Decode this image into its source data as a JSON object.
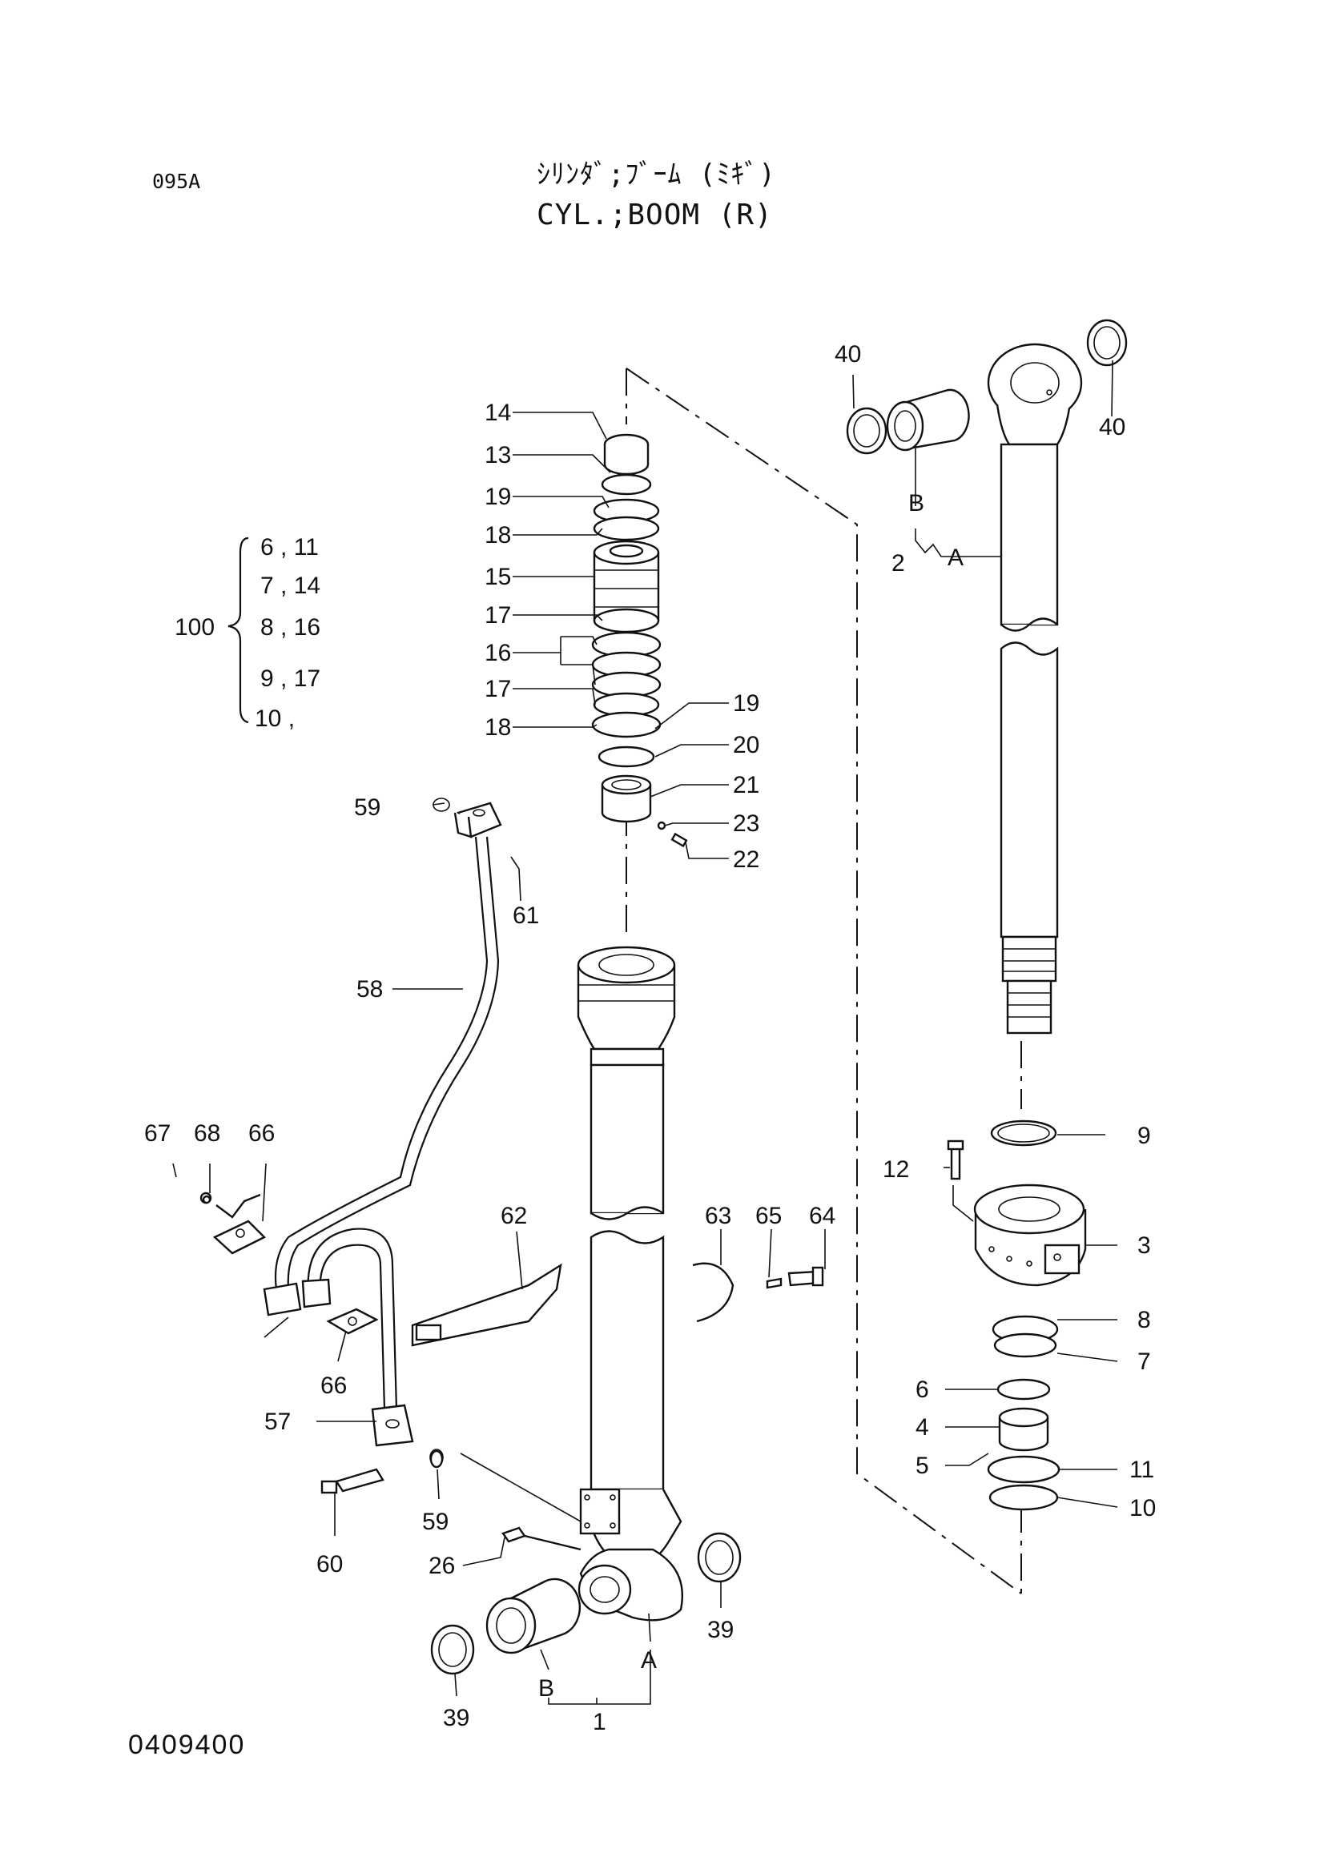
{
  "header": {
    "page_code": "095A",
    "title_japanese": "ｼﾘﾝﾀﾞ;ﾌﾞｰﾑ (ﾐｷﾞ)",
    "title_english": "CYL.;BOOM (R)"
  },
  "footer": {
    "drawing_number": "0409400"
  },
  "kit_group": {
    "label": "100",
    "rows": [
      "6 , 11",
      "7 , 14",
      "8 , 16",
      "9 , 17",
      "10 ,"
    ]
  },
  "callouts": [
    {
      "id": "c14",
      "label": "14"
    },
    {
      "id": "c13",
      "label": "13"
    },
    {
      "id": "c19a",
      "label": "19"
    },
    {
      "id": "c18a",
      "label": "18"
    },
    {
      "id": "c15",
      "label": "15"
    },
    {
      "id": "c17a",
      "label": "17"
    },
    {
      "id": "c16",
      "label": "16"
    },
    {
      "id": "c17b",
      "label": "17"
    },
    {
      "id": "c18b",
      "label": "18"
    },
    {
      "id": "c19b",
      "label": "19"
    },
    {
      "id": "c20",
      "label": "20"
    },
    {
      "id": "c21",
      "label": "21"
    },
    {
      "id": "c23",
      "label": "23"
    },
    {
      "id": "c22",
      "label": "22"
    },
    {
      "id": "c40a",
      "label": "40"
    },
    {
      "id": "c40b",
      "label": "40"
    },
    {
      "id": "cB1",
      "label": "B"
    },
    {
      "id": "c2",
      "label": "2"
    },
    {
      "id": "cA1",
      "label": "A"
    },
    {
      "id": "c59a",
      "label": "59"
    },
    {
      "id": "c61",
      "label": "61"
    },
    {
      "id": "c58",
      "label": "58"
    },
    {
      "id": "c67",
      "label": "67"
    },
    {
      "id": "c68",
      "label": "68"
    },
    {
      "id": "c66a",
      "label": "66"
    },
    {
      "id": "c62",
      "label": "62"
    },
    {
      "id": "c63",
      "label": "63"
    },
    {
      "id": "c65",
      "label": "65"
    },
    {
      "id": "c64",
      "label": "64"
    },
    {
      "id": "c9",
      "label": "9"
    },
    {
      "id": "c12",
      "label": "12"
    },
    {
      "id": "c3",
      "label": "3"
    },
    {
      "id": "c8",
      "label": "8"
    },
    {
      "id": "c7",
      "label": "7"
    },
    {
      "id": "c6",
      "label": "6"
    },
    {
      "id": "c4",
      "label": "4"
    },
    {
      "id": "c5",
      "label": "5"
    },
    {
      "id": "c11",
      "label": "11"
    },
    {
      "id": "c10",
      "label": "10"
    },
    {
      "id": "c66b",
      "label": "66"
    },
    {
      "id": "c57",
      "label": "57"
    },
    {
      "id": "c59b",
      "label": "59"
    },
    {
      "id": "c60",
      "label": "60"
    },
    {
      "id": "c26",
      "label": "26"
    },
    {
      "id": "c39a",
      "label": "39"
    },
    {
      "id": "c39b",
      "label": "39"
    },
    {
      "id": "cB2",
      "label": "B"
    },
    {
      "id": "cA2",
      "label": "A"
    },
    {
      "id": "c1",
      "label": "1"
    }
  ]
}
